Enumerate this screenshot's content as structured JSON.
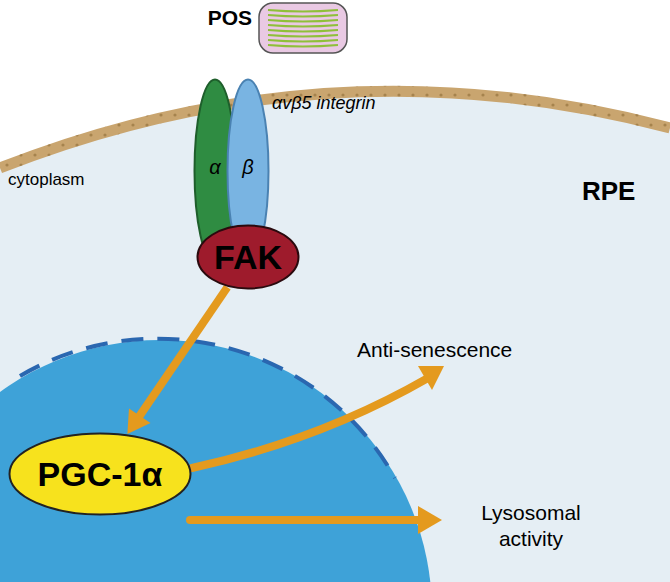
{
  "diagram": {
    "nodes": [
      {
        "text": [
          "POS"
        ]
      },
      {
        "text": [
          "α"
        ]
      },
      {
        "text": [
          "β"
        ]
      },
      {
        "text": [
          "FAK"
        ]
      },
      {
        "text": [
          "PGC-1α"
        ]
      }
    ],
    "edges": [
      {
        "from": 3,
        "to": 4,
        "arrow": "to"
      }
    ],
    "labels": [
      "αvβ5 integrin",
      "cytoplasm",
      "RPE",
      "Anti-senescence",
      "Lysosomal activity"
    ]
  }
}
